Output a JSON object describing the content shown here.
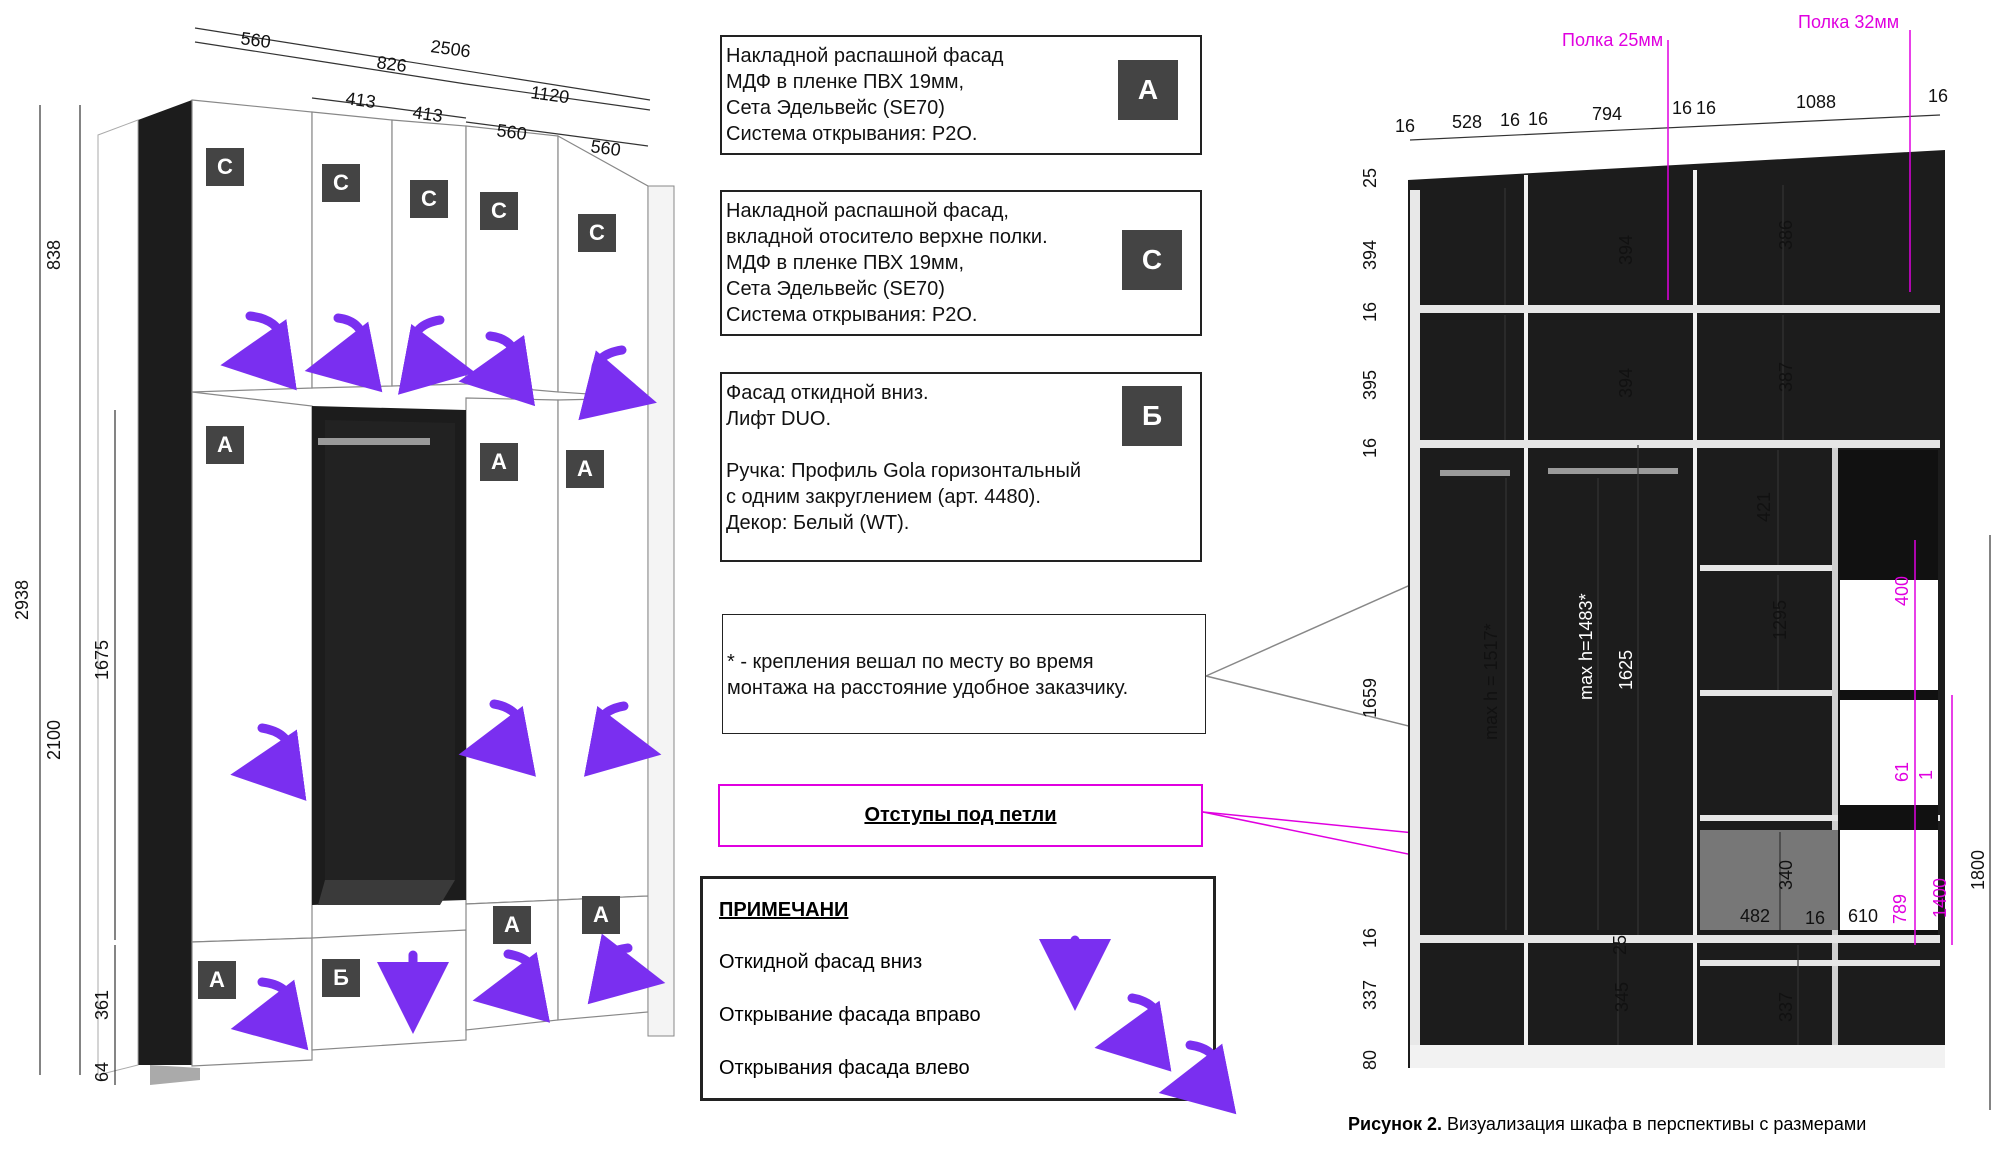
{
  "left_view": {
    "overall_width": "2506",
    "top_widths": [
      "560",
      "826",
      "1120"
    ],
    "sub_widths": [
      "413",
      "413",
      "560",
      "560"
    ],
    "heights": {
      "total": "2938",
      "top": "838",
      "mid": "2100",
      "inner": "1675",
      "bottom": "361",
      "plinth": "64"
    },
    "door_labels": {
      "top": [
        "C",
        "C",
        "C",
        "C",
        "C"
      ],
      "middle": [
        "A",
        "A",
        "A"
      ],
      "bottom": [
        "A",
        "Б",
        "A",
        "A"
      ]
    }
  },
  "boxes": {
    "a_text": "Накладной распашной фасад\nМДФ в пленке ПВХ 19мм,\nСета Эдельвейс (SE70)\nСистема открывания: P2O.",
    "a_badge": "A",
    "c_text": "Накладной распашной фасад,\nвкладной отоситело верхне полки.\nМДФ в пленке ПВХ 19мм,\nСета Эдельвейс (SE70)\nСистема открывания: P2O.",
    "c_badge": "C",
    "b_text": "Фасад откидной вниз.\nЛифт DUO.\n\nРучка: Профиль Gola горизонтальный\nс одним закруглением (арт. 4480).\nДекор: Белый (WT).",
    "b_badge": "Б",
    "mount_text": "* - крепления вешал по месту во время\nмонтажа на расстояние удобное заказчику.",
    "hinge_text": "Отступы под петли"
  },
  "notes": {
    "title": "ПРИМЕЧАНИ",
    "items": [
      "Откидной фасад вниз",
      "Открывание фасада вправо",
      "Открывания фасада влево"
    ]
  },
  "right_view": {
    "shelf_labels": [
      "Полка 25мм",
      "Полка 32мм"
    ],
    "top_dims": [
      "16",
      "528",
      "16",
      "16",
      "794",
      "16",
      "16",
      "1088",
      "16"
    ],
    "left_heights": [
      "25",
      "394",
      "16",
      "395",
      "16",
      "1659",
      "16",
      "337",
      "80"
    ],
    "inner_dims": [
      "394",
      "394",
      "386",
      "387",
      "421",
      "1295",
      "340",
      "337",
      "345",
      "1625",
      "25",
      "482",
      "16",
      "610"
    ],
    "rod_heights": [
      "max h = 1517*",
      "max h=1483*"
    ],
    "magenta_dims": [
      "400",
      "61",
      "1",
      "789",
      "1400"
    ],
    "right_heights": [
      "1800"
    ],
    "caption_bold": "Рисунок 2.",
    "caption_text": " Визуализация шкафа в перспективы с размерами"
  },
  "colors": {
    "arrow": "#7a2ff0",
    "magenta": "#e000e0",
    "dark": "#1c1c1c",
    "badge": "#444444"
  }
}
